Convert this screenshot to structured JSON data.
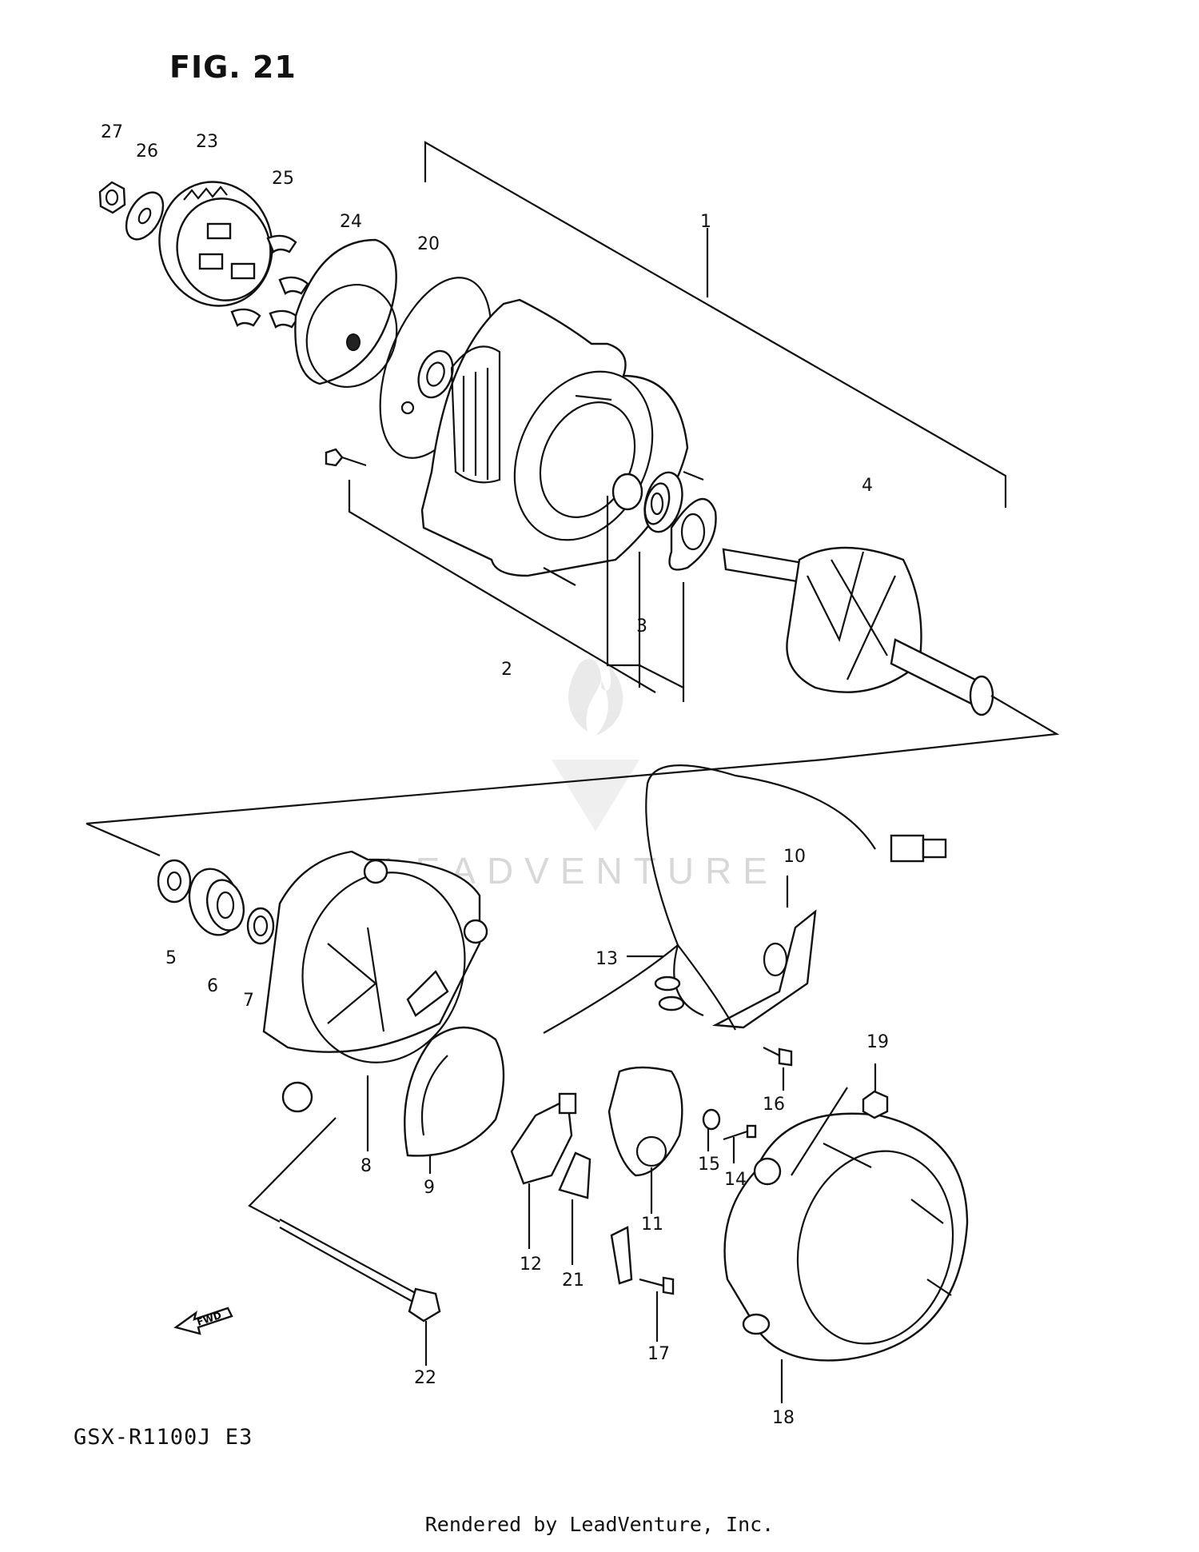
{
  "figure": {
    "title": "FIG. 21",
    "model_code": "GSX-R1100J  E3",
    "footer": "Rendered by LeadVenture, Inc.",
    "watermark": "LEADVENTURE",
    "fwd_label": "FWD"
  },
  "callouts": [
    "1",
    "2",
    "3",
    "4",
    "5",
    "6",
    "7",
    "8",
    "9",
    "10",
    "11",
    "12",
    "13",
    "14",
    "15",
    "16",
    "17",
    "18",
    "19",
    "20",
    "21",
    "22",
    "23",
    "24",
    "25",
    "26",
    "27"
  ]
}
